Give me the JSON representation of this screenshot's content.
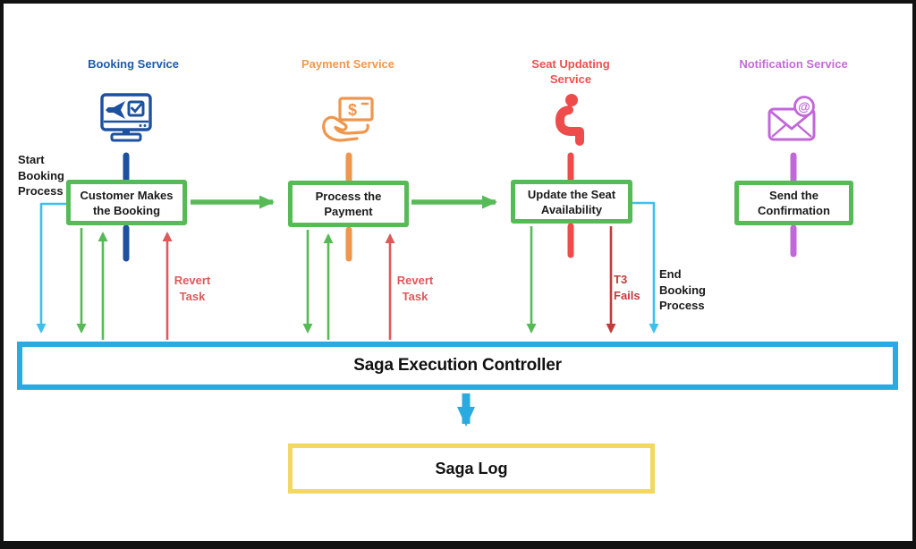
{
  "colors": {
    "box_green": "#56BA56",
    "controller_cyan": "#29ABE2",
    "elbow_cyan": "#3FBFEC",
    "booking_blue": "#1D509F",
    "booking_title_blue": "#1E5BA9",
    "payment_orange": "#F0964C",
    "seat_red": "#EE4B4B",
    "revert_red": "#DC5A5A",
    "fail_red": "#C43B3B",
    "notification_purple": "#C167D9",
    "log_yellow": "#F2D863",
    "frame_black": "#121212"
  },
  "services": [
    {
      "name": "Booking Service",
      "icon": "monitor-plane-icon",
      "task": "Customer Makes the Booking"
    },
    {
      "name": "Payment Service",
      "icon": "hand-money-icon",
      "task": "Process the Payment"
    },
    {
      "name": "Seat Updating Service",
      "icon": "seated-person-icon",
      "task": "Update the Seat Availability"
    },
    {
      "name": "Notification Service",
      "icon": "email-at-icon",
      "task": "Send the Confirmation"
    }
  ],
  "annotations": {
    "start_process": "Start Booking Process",
    "revert_task_booking": "Revert Task",
    "revert_task_payment": "Revert Task",
    "t3_fails": "T3 Fails",
    "end_process": "End Booking Process"
  },
  "controller": {
    "label": "Saga Execution Controller"
  },
  "saga_log": {
    "label": "Saga Log"
  }
}
